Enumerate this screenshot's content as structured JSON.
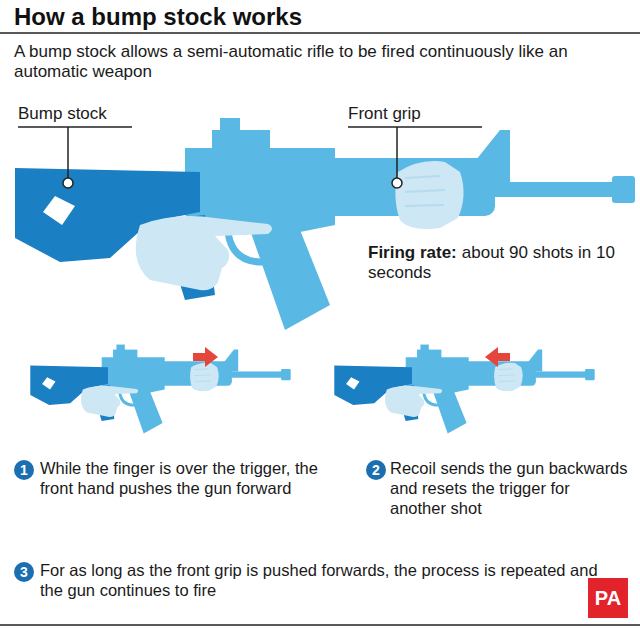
{
  "diagram": {
    "title": "How a bump stock works",
    "nodes": [
      {
        "text": [
          "1"
        ]
      },
      {
        "text": [
          "2"
        ]
      },
      {
        "text": [
          "3"
        ]
      },
      {
        "text": [
          "PA"
        ]
      }
    ],
    "labels": [
      "A bump stock allows a semi-automatic rifle to be fired continuously like an automatic weapon",
      "Bump stock",
      "Front grip",
      "Firing rate:",
      "about 90 shots in 10 seconds",
      "While the finger is over the trigger, the front hand pushes the gun forward",
      "Recoil sends the gun backwards and resets the trigger for another shot",
      "For as long as the front grip is pushed forwards, the process is repeated and the gun continues to fire"
    ]
  }
}
